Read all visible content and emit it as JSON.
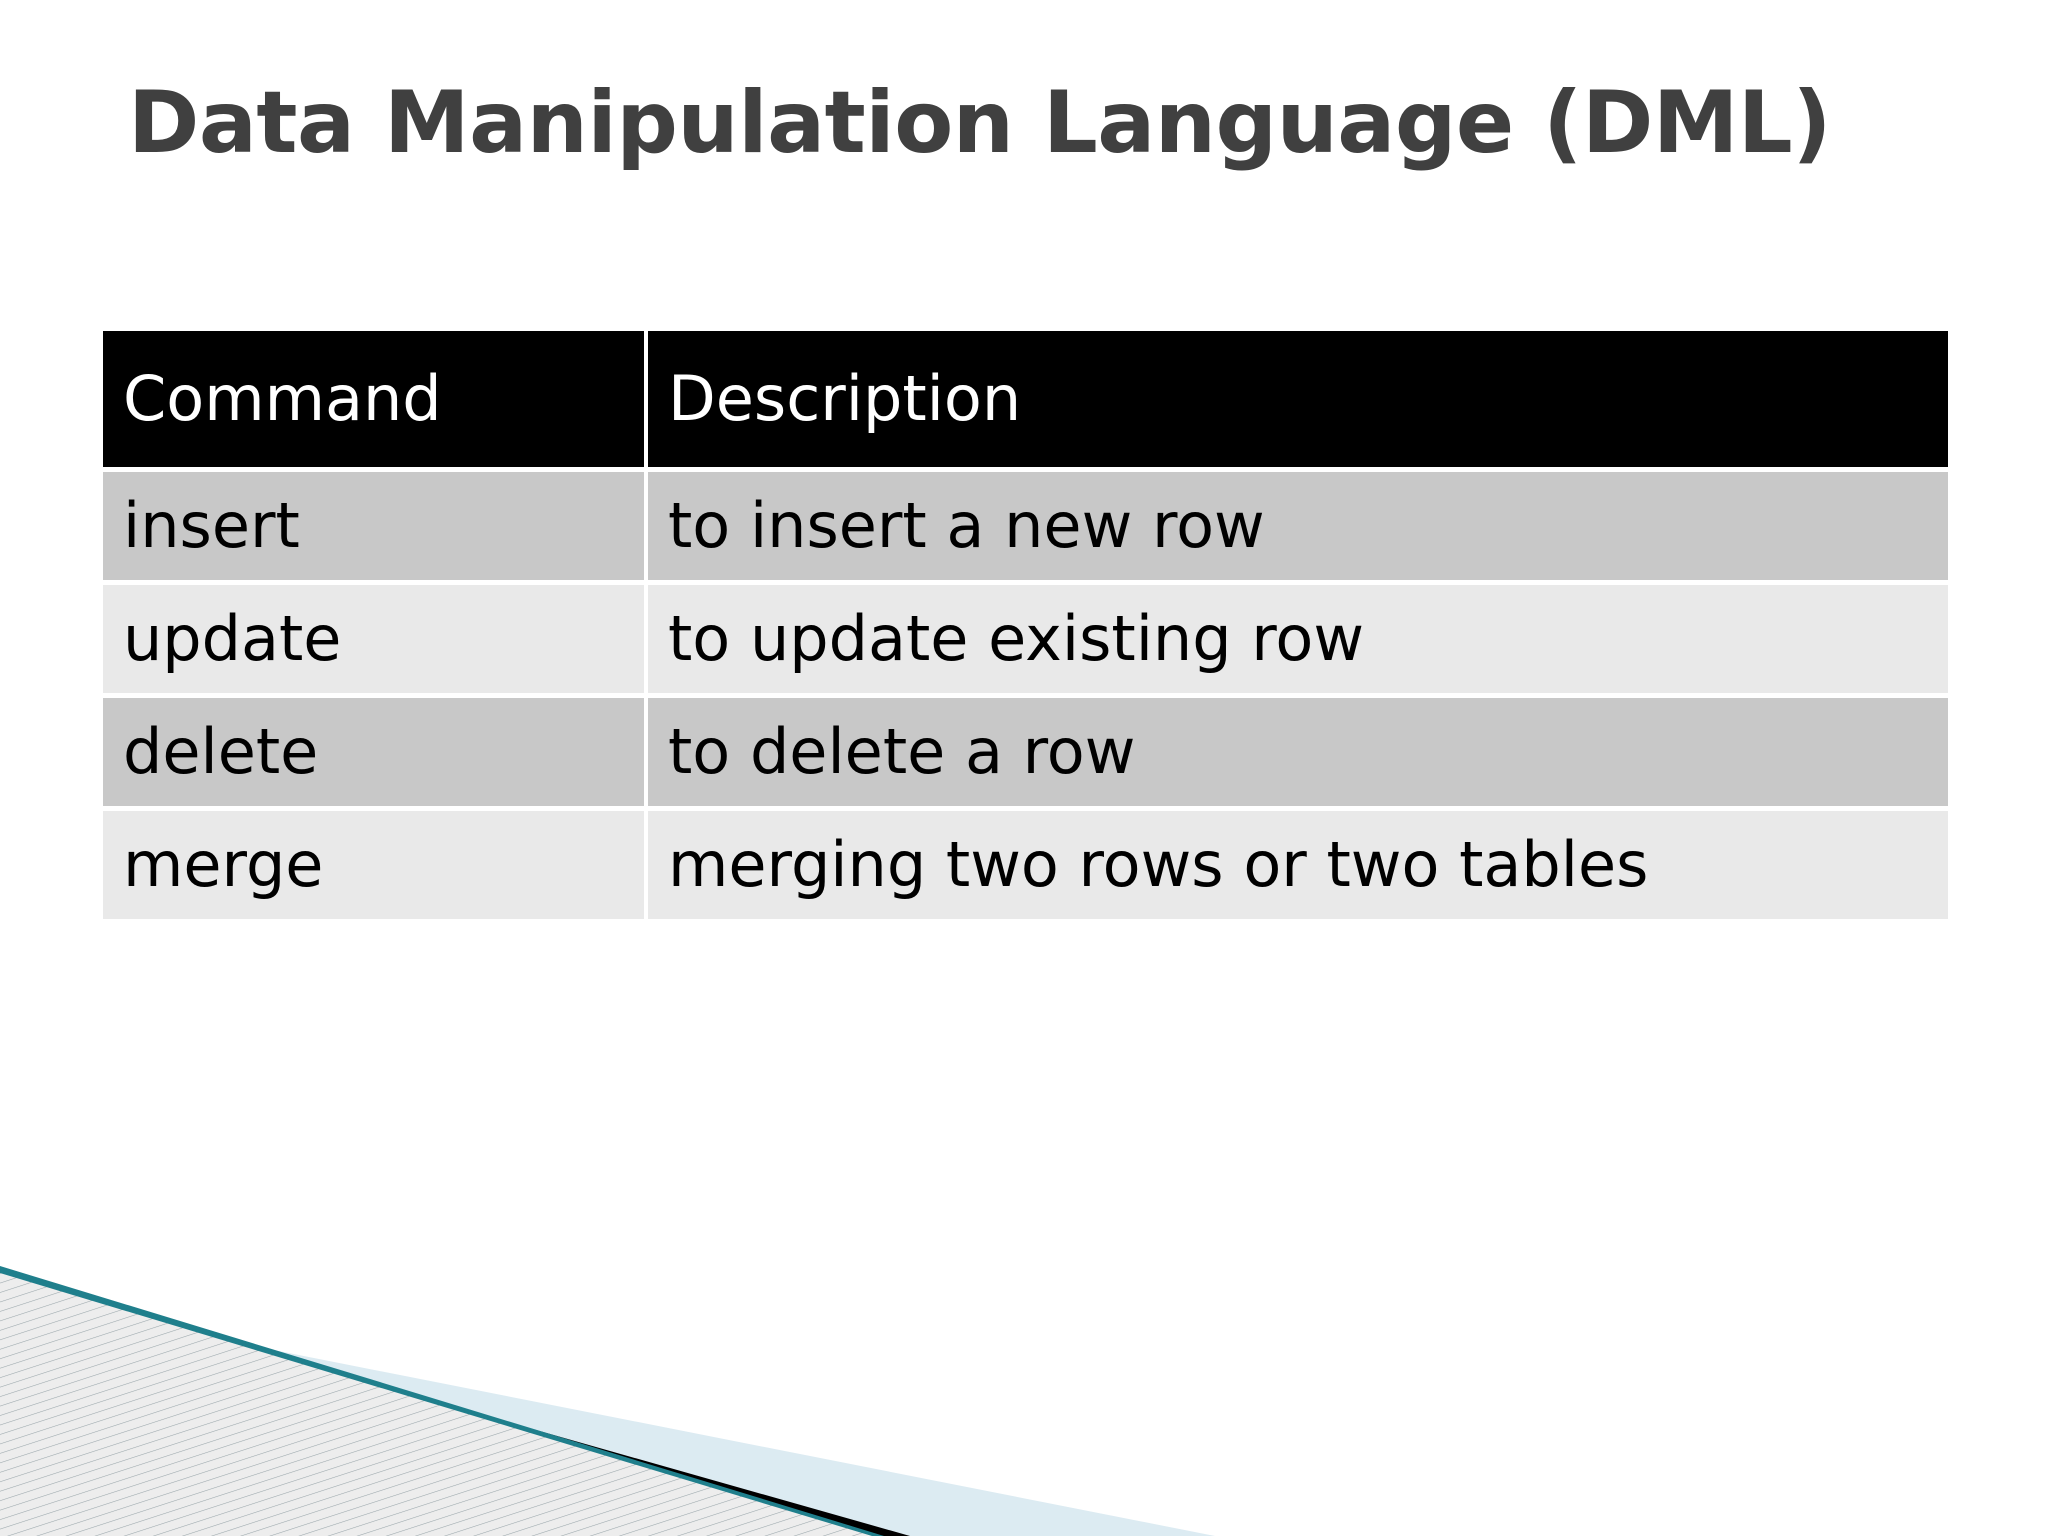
{
  "slide": {
    "title": "Data Manipulation Language (DML)",
    "background_color": "#ffffff",
    "title_color": "#404040"
  },
  "table": {
    "header_background": "#000000",
    "header_text_color": "#ffffff",
    "row_band_dark": "#c8c8c8",
    "row_band_light": "#e9e9e9",
    "columns": [
      "Command",
      "Description"
    ],
    "rows": [
      {
        "command": "insert",
        "description": "to insert a new row"
      },
      {
        "command": "update",
        "description": "to update existing row"
      },
      {
        "command": "delete",
        "description": "to delete a row"
      },
      {
        "command": "merge",
        "description": "merging two rows or two tables"
      }
    ]
  },
  "decoration": {
    "name": "bottom-left-corner-wedge",
    "colors": {
      "hatch_fill": "#ededed",
      "hatch_line": "#9aa6ab",
      "teal_rule": "#1f7f8c",
      "black_wedge": "#000000",
      "pale_blue_wedge": "#dcebf2"
    }
  }
}
